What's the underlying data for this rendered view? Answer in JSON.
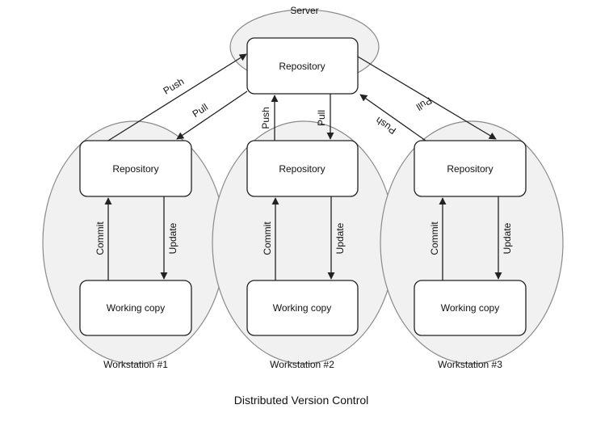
{
  "diagram": {
    "title": "Distributed Version Control",
    "colors": {
      "group_fill": "#f1f1f1",
      "group_stroke": "#8a8a8a",
      "node_fill": "#ffffff",
      "node_stroke": "#222222",
      "text": "#111111"
    },
    "server": {
      "label": "Server",
      "repository": "Repository"
    },
    "workstations": [
      {
        "label": "Workstation #1",
        "repository": "Repository",
        "working_copy": "Working copy",
        "commit": "Commit",
        "update": "Update"
      },
      {
        "label": "Workstation #2",
        "repository": "Repository",
        "working_copy": "Working copy",
        "commit": "Commit",
        "update": "Update"
      },
      {
        "label": "Workstation #3",
        "repository": "Repository",
        "working_copy": "Working copy",
        "commit": "Commit",
        "update": "Update"
      }
    ],
    "sync_edges": [
      {
        "workstation": 1,
        "push": "Push",
        "pull": "Pull"
      },
      {
        "workstation": 2,
        "push": "Push",
        "pull": "Pull"
      },
      {
        "workstation": 3,
        "push": "Push",
        "pull": "Pull"
      }
    ]
  }
}
